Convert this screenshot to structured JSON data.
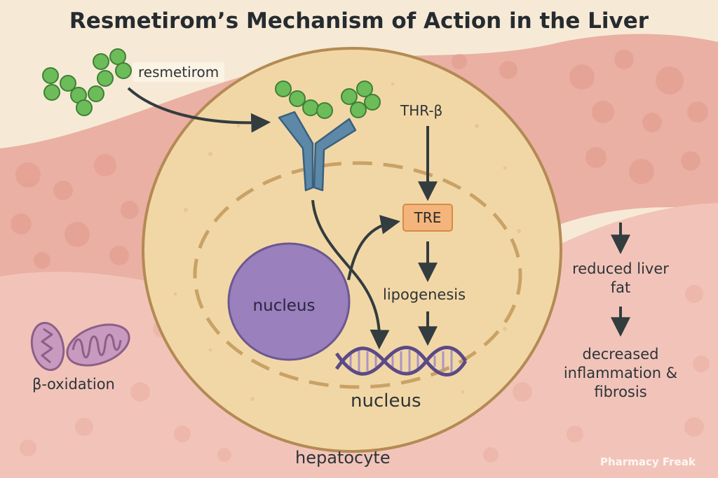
{
  "title": "Resmetirom’s Mechanism of Action in the Liver",
  "labels": {
    "drug": "resmetirom",
    "receptor": "THR-β",
    "response_element": "TRE",
    "lipogenesis": "lipogenesis",
    "nucleus_left": "nucleus",
    "nucleus_bottom": "nucleus",
    "cell": "hepatocyte",
    "mitochondria": "β-oxidation"
  },
  "outcomes": [
    "reduced liver fat",
    "decreased inflammation & fibrosis"
  ],
  "watermark": "Pharmacy Freak",
  "colors": {
    "background": "#f6ead6",
    "tissue": "#eab0a3",
    "cell_fill": "#f2d7a6",
    "cell_border": "#b48a54",
    "nucleus": "#9a80bd",
    "drug_molecule": "#6cbc5a",
    "receptor": "#5d88a8",
    "tre_box": "#f3b57c",
    "mitochondria": "#c99ac0",
    "arrow": "#333c3f"
  },
  "icons": [
    "drug-molecule-icon",
    "receptor-icon",
    "dna-helix-icon",
    "mitochondria-icon"
  ]
}
